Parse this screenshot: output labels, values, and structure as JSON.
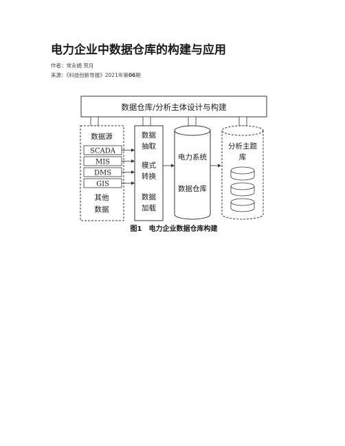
{
  "article": {
    "title": "电力企业中数据仓库的构建与应用",
    "authors_label": "作者：",
    "authors": "常永娟 贺月",
    "source_label": "来源：",
    "source": "《科技创新导报》2021年第",
    "issue": "06",
    "issue_suffix": "期"
  },
  "figure": {
    "top_box": "数据仓库/分析主体设计与构建",
    "source_box": {
      "title": "数据源",
      "items": [
        "SCADA",
        "MIS",
        "DMS",
        "GIS"
      ],
      "other_line1": "其他",
      "other_line2": "数据"
    },
    "etl_box": {
      "lines": [
        "数据",
        "抽取",
        "模式",
        "转换",
        "数据",
        "加载"
      ]
    },
    "warehouse": {
      "line1": "电力系统",
      "line2": "数据仓库"
    },
    "analysis": {
      "line1": "分析主题",
      "line2": "库"
    },
    "caption": "图1　电力企业数据仓库构建"
  }
}
